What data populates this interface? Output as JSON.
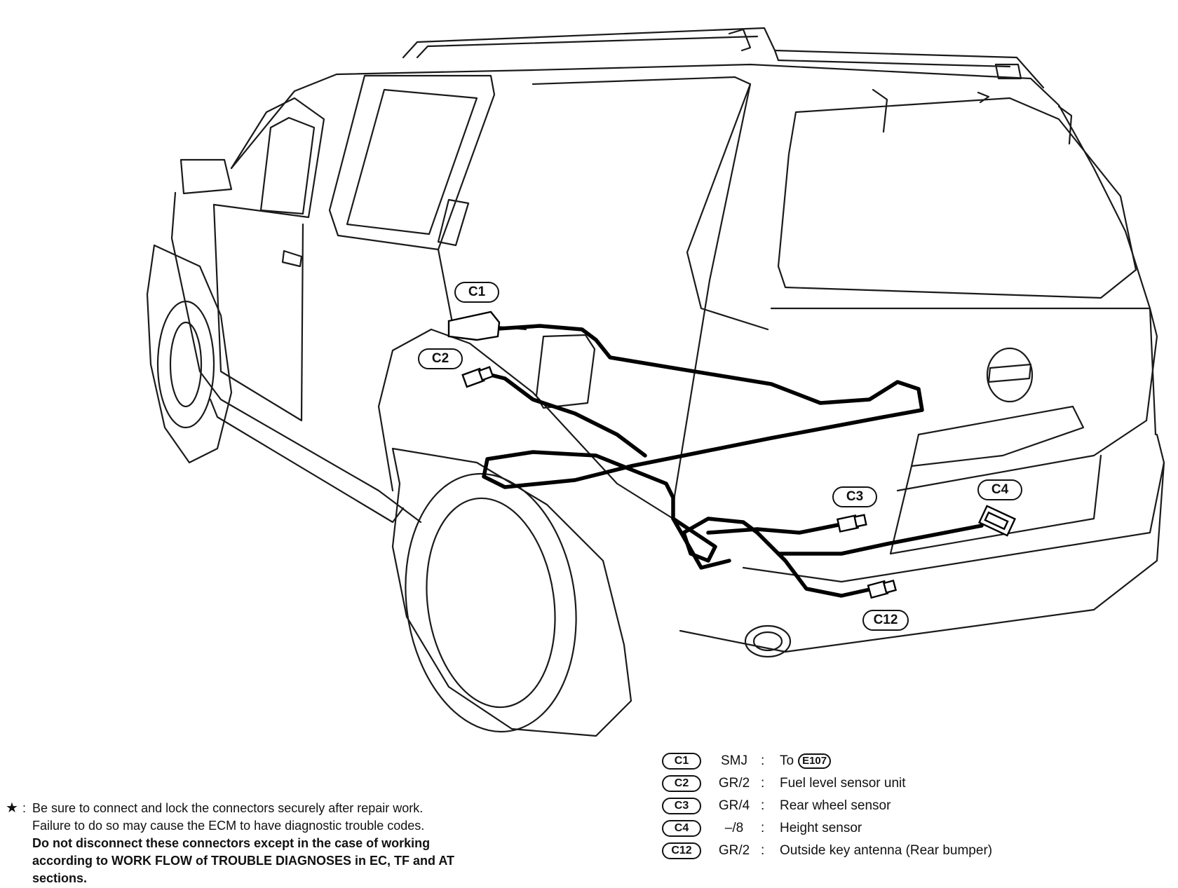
{
  "callouts": {
    "c1": "C1",
    "c2": "C2",
    "c3": "C3",
    "c4": "C4",
    "c12": "C12"
  },
  "legend": [
    {
      "tag": "C1",
      "type": "SMJ",
      "sep": ":",
      "desc": "To",
      "ref": "E107"
    },
    {
      "tag": "C2",
      "type": "GR/2",
      "sep": ":",
      "desc": "Fuel level sensor unit"
    },
    {
      "tag": "C3",
      "type": "GR/4",
      "sep": ":",
      "desc": "Rear wheel sensor"
    },
    {
      "tag": "C4",
      "type": "–/8",
      "sep": ":",
      "desc": "Height sensor"
    },
    {
      "tag": "C12",
      "type": "GR/2",
      "sep": ":",
      "desc": "Outside key antenna (Rear bumper)"
    }
  ],
  "note": {
    "symbol": "★",
    "sep": ":",
    "line1": "Be sure to connect and lock the connectors securely after repair work.",
    "line2": "Failure to do so may cause the ECM to have diagnostic trouble codes.",
    "line3": "Do not disconnect these connectors except in the case of working",
    "line4": "according to WORK FLOW of TROUBLE DIAGNOSES in EC, TF and AT",
    "line5": "sections."
  }
}
